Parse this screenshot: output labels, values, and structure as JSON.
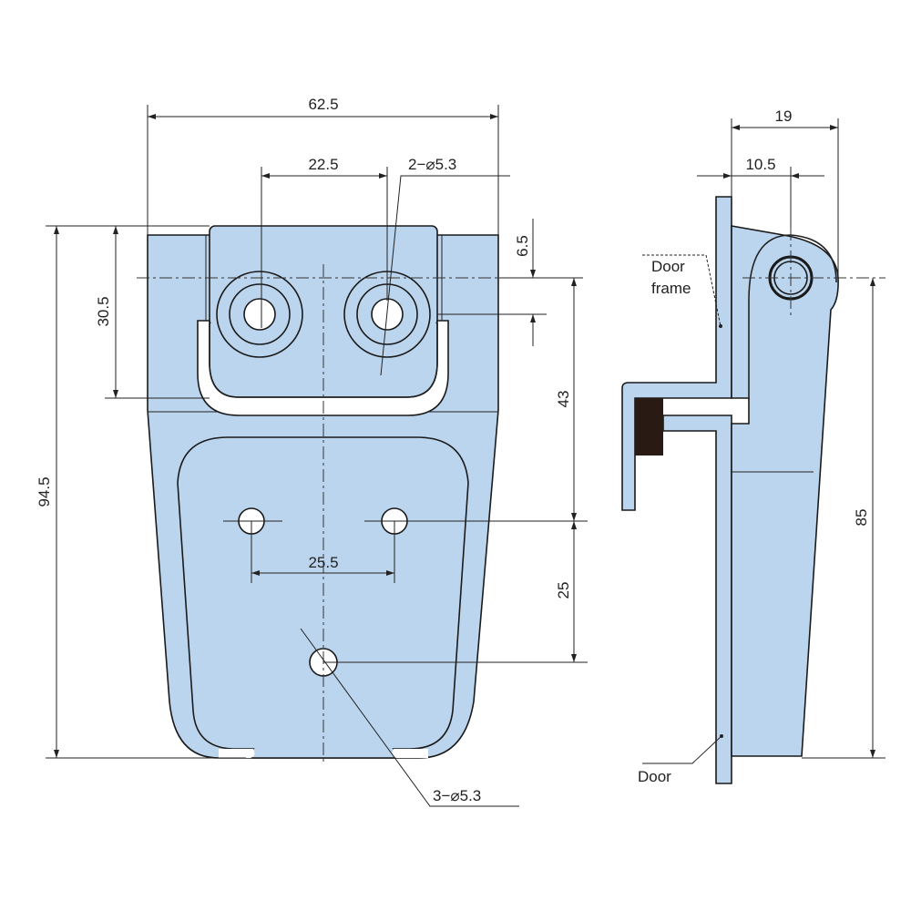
{
  "front_view": {
    "dim_width": "62.5",
    "dim_hole_spacing_top": "22.5",
    "dim_top_holes": "2−⌀5.3",
    "dim_offset": "6.5",
    "dim_plate_height": "30.5",
    "dim_total_height": "94.5",
    "dim_upper_to_lower": "43",
    "dim_lower_to_bottom_hole": "25",
    "dim_lower_hole_spacing": "25.5",
    "dim_bottom_holes": "3−⌀5.3"
  },
  "side_view": {
    "dim_depth": "19",
    "dim_pin_offset": "10.5",
    "dim_height": "85",
    "label_door_frame_1": "Door",
    "label_door_frame_2": "frame",
    "label_door": "Door"
  },
  "colors": {
    "part_fill": "#bcd5ee",
    "gasket": "#2a1a14"
  }
}
